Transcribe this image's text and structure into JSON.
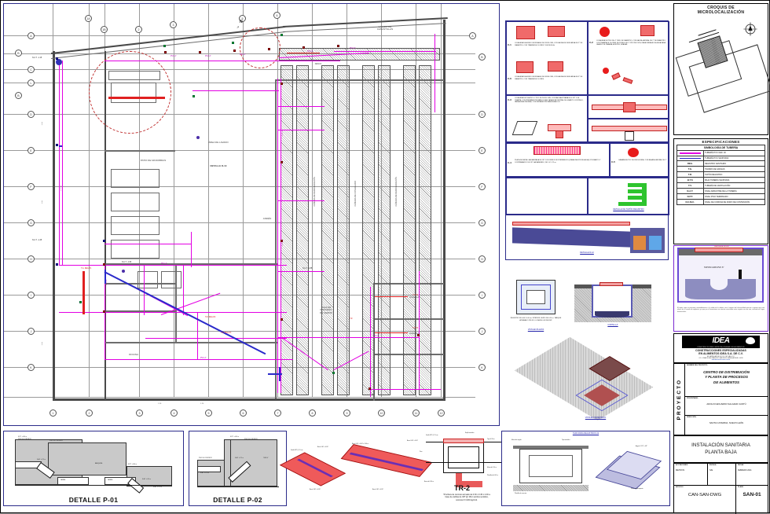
{
  "sheet": {
    "drawing_type": "architectural-sanitary-installation-plan",
    "units_note": "METROS"
  },
  "micro": {
    "title_line1": "CROQUIS  DE",
    "title_line2": "MICROLOCALIZACIÓN",
    "north_label": "N"
  },
  "specs": {
    "header": "ESPECIFICACIONES",
    "subheader": "SIMBOLOGÍA DE TUBERÍA",
    "rows": [
      {
        "sym": "line-magenta",
        "code": "",
        "desc": "TUBERÍA PVC CED. 40"
      },
      {
        "sym": "line-blue",
        "code": "",
        "desc": "TUBERÍA PVC SANITARIA"
      },
      {
        "sym": "text",
        "code": "REG.",
        "desc": "REGISTRO SANITARIO"
      },
      {
        "sym": "text",
        "code": "T.G.",
        "desc": "TRAMPA DE GRASAS"
      },
      {
        "sym": "text",
        "code": "T.R.",
        "desc": "TAPÓN REGISTRO"
      },
      {
        "sym": "text",
        "code": "B.T.S",
        "desc": "BAJA TUBERÍA SANITARIA"
      },
      {
        "sym": "text",
        "code": "T.V.",
        "desc": "TUBERÍA DE VENTILACIÓN"
      },
      {
        "sym": "text",
        "code": "N.A.T.",
        "desc": "NIVEL ARRASTRE DE LA TUBERÍA"
      },
      {
        "sym": "text",
        "code": "N.P.T.",
        "desc": "NIVEL PISO TERMINADO"
      },
      {
        "sym": "text",
        "code": "N.C.M.C.",
        "desc": "NIVEL DE CORONA DE MURO DE CONTENCIÓN"
      }
    ]
  },
  "registro_detail": {
    "title": "DETALLE 20-F8",
    "inner_label": "TAPON CAPA PVC 6\"",
    "note": "El tapón capa se posiciona razonablemente a la salida de la tubería con el registro del alcantarillado interno o registro que esté afuera de la caseta de vigilancia, ya que por el hermetismo se estarán conectados entre registro uno de otro, evitando así fugas fenomenales."
  },
  "company": {
    "logo_text": "IDEA",
    "logo_sub": "CONSTRUCCIONES ESPECIALIZADAS EN ALIMENTOS",
    "name_line1": "CONSTRUCCIONES ESPECIALIZADAS",
    "name_line2": "EN ALIMENTOS IDEA S.A. DE C.V.",
    "address_line1": "AV. GARZA GARCÍA #401 COL. DEL VALLE C.P.",
    "address_line2": "COL. LOMAS DE SAN FRANCISCO SAN PEDRO GARZA GARCÍA N.L. 66250",
    "address_line3": "www.ideaconstrucciones.com.mx"
  },
  "titleblock": {
    "proyecto_vertical": "PROYECTO",
    "project_label": "NOMBRE  DEL  PROYECTO:",
    "project_name_line1": "CENTRO DE DISTRIBUCIÓN",
    "project_name_line2": "Y PLANTA DE PROCESOS",
    "project_name_line3": "DE ALIMENTOS",
    "owner_label": "PROPIETARIO:",
    "owner_value": "ADOLFO EDUARDO SALAZAR CANTÚ",
    "address_label": "DIRECCIÓN:",
    "address_value": "SANTA CATARINA, NUEVO LEÓN",
    "sheet_title_line1": "INSTALACIÓN SANITARIA",
    "sheet_title_line2": "PLANTA BAJA",
    "acotaciones_label": "ACOTACIONES",
    "acotaciones_value": "METROS",
    "escala_label": "ESCALA",
    "escala_value": "S/E",
    "fecha_label": "FECHA",
    "fecha_value": "FEBRERO 2021",
    "archivo_label": "ARCHIVO",
    "archivo_value": "CAN-SAN-DWG",
    "plano_label": "PLANO",
    "plano_value": "SAN-01"
  },
  "coladeras": [
    {
      "code": "C-1",
      "desc": "COLADERA DE ACERO INOXIDABLE DE 20X20 CMS, CON SALIDA DE DESCARGA DE 2\" DE DIÁMETRO, CON TRAMPA DE OLORES Y DE REJILLA."
    },
    {
      "code": "C-6",
      "desc": "COLADERA DE ACERO INOXIDABLE DE 30X30 CMS, CON SALIDA DE DESCARGA DE 3\" DE DIÁMETRO, CON TRAMPA DE OLORES."
    },
    {
      "code": "C-2",
      "desc": "COLADERA DE PISO DE 4\" CMS, DE DIÁMETRO, CON SALIDA LATERAL DE 2\" DE DIÁMETRO, CON TRAMPA DE OLORES DE DOBLE USO Y PROTECCIÓN, PARA DRENAJE DE AGUA PARA LAVADO DE CÁMARA, ACEITES, GRASAS."
    },
    {
      "code": "C-3",
      "desc": "COLADERA DE PLÁSTICO Y PVC DE 20X20 CMS, CON SALIDA A TRAMA DE 4 2/8\" Y DE TRAMPA, CON PREPARACIÓN PARA COLAR CANALETA CENTRAL DE GRANITO CONTINUO, PARA AGUAS NEGRAS, CON REPARACIÓN PARA DESALOJO."
    },
    {
      "code": "C-4",
      "desc": "PLACA DE METAL GALVANIZADA DE 1/8\" CON ORIFICIOS INTERMEDIOS (CANALIZACIÓN DE AGUA) CON MARCO Y CONTRAMARCO DE 1/8\" GALVANIZADO, DE 1.0 X .25 m."
    },
    {
      "code": "C-5",
      "desc": "CÁMARA DE PVC DE 8X8 DE SEMI, CON BAJADA LATERAL DE 2\""
    }
  ],
  "detail_titles": {
    "tapon_registro": "DETALLE DE TAPÓN REGISTRO",
    "r12": "DETALLE R-12",
    "vista_planta": "VISTA EN PLANTA",
    "corte_aa": "CORTE A-A'",
    "vista_isometrico": "VISTA EN ISOMÉTRICO",
    "tapa_registros": "TAPA PARA REGISTROS 02"
  },
  "bottom_details": {
    "p01_title": "DETALLE P-01",
    "p02_title": "DETALLE P-02",
    "tr2_title": "TR-2",
    "tr2_note_line1": "Trinchera de concreto armado de  0.30 x 0.30 x 2.00 a",
    "tr2_note_line2": "base de varillas de 3/8\" @ 15cm ambos sentidos,",
    "tr2_note_line3": "concreto f'c=200 kg/cm2.",
    "p01_labels": [
      "N.P.T. +0.05 m",
      "PISO DE CONCRETO",
      "N.A.T. +0.75 m",
      "ZAPATA",
      "BANQUETA",
      "N.C.M.C. +0.60 m"
    ],
    "p02_labels": [
      "N.P.T. +0.05 m",
      "PISO DE CONCRETO",
      "N.A.T. +0.75 m",
      "TUBO 4\""
    ]
  },
  "plan_rooms": [
    {
      "label": "LAVADO DE\\nCANASTILLAS"
    },
    {
      "label": "ÁREA DE LAVADO"
    },
    {
      "label": "PATIO DE MANIOBRAS"
    },
    {
      "label": "DETALLE R-10"
    },
    {
      "label": "SALA DE\\nPROCESO\\nDE CERDO"
    },
    {
      "label": "RAFAGA"
    },
    {
      "label": "RAFAGA"
    },
    {
      "label": "ANDÉN"
    },
    {
      "label": "OFICINA"
    },
    {
      "label": "CÁMARA DE\\nREFRIGERACIÓN"
    },
    {
      "label": "CÁMARA DE\\nCONGELADO"
    }
  ],
  "plan_labels": {
    "lavado_canastillas": "LAVADO DE\nCANASTILLAS",
    "area_lavado": "ÁREA DE LAVADO",
    "patio_maniobras": "PATIO DE MANIOBRAS",
    "detalle_r10": "DETALLE R-10",
    "sala_proceso": "SALA DE\nPROCESO\nDE CERDO",
    "rafaga1": "RAFAGA",
    "rafaga2": "RAFAGA",
    "anden": "ANDÉN",
    "oficina": "OFICINA",
    "camara_refrig": "CÁMARA DE REFRIGERACIÓN",
    "camara_cong": "CÁMARA DE CONGELADO",
    "desco": "DESCO",
    "north": "N"
  },
  "grid_letters": [
    "A",
    "B",
    "C",
    "L",
    "D",
    "E",
    "F",
    "G",
    "H",
    "I",
    "J",
    "K"
  ],
  "grid_numbers": [
    "1",
    "1A",
    "1B",
    "2",
    "3",
    "4",
    "5",
    "6",
    "7",
    "8",
    "9",
    "10",
    "11",
    "12",
    "13"
  ],
  "pipe_tags": [
    "PVC-4\"",
    "PVC-6\"",
    "PVC-2\"",
    "B.T.S.",
    "T.V.",
    "N.A.T.",
    "T.R.",
    "REG."
  ],
  "colors": {
    "pipe_pvc40": "#e300e3",
    "pipe_sanitary": "#2424c8",
    "accent_red": "#e02020",
    "border_blue": "#2b2b8a",
    "concrete": "#c9c9c9"
  }
}
